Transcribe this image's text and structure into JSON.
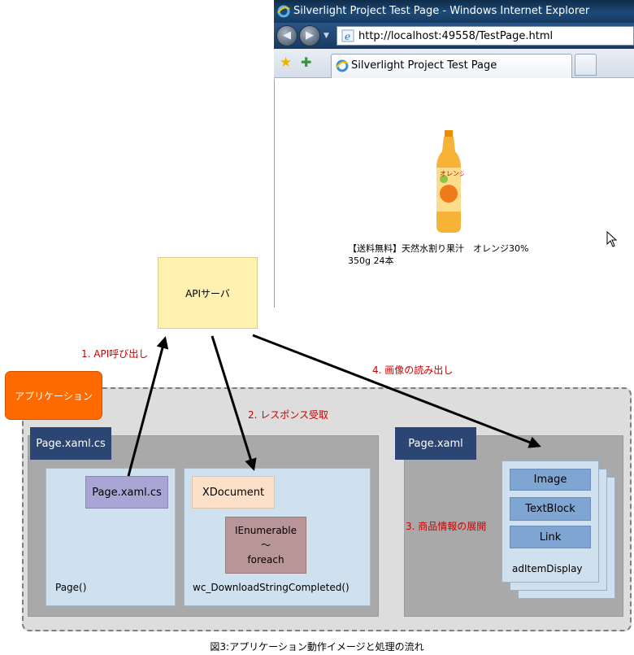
{
  "browser": {
    "window_title": "Silverlight Project Test Page - Windows Internet Explorer",
    "url": "http://localhost:49558/TestPage.html",
    "tab_title": "Silverlight Project Test Page",
    "product": {
      "name_line1": "【送料無料】天然水割り果汁　オレンジ30%",
      "name_line2": "350g 24本",
      "bottle_label": "オレンジ"
    }
  },
  "diagram": {
    "api_server": "APIサーバ",
    "application": "アプリケーション",
    "cs_panel_title": "Page.xaml.cs",
    "xaml_panel_title": "Page.xaml",
    "page_cs_box": "Page.xaml.cs",
    "page_label": "Page()",
    "xdocument": "XDocument",
    "ienumerable": {
      "line1": "IEnumerable",
      "line2": "～",
      "line3": "foreach"
    },
    "wc_label": "wc_DownloadStringCompleted()",
    "items": {
      "image": "Image",
      "textblock": "TextBlock",
      "link": "Link"
    },
    "aditem_label": "adItemDisplay",
    "steps": {
      "step1": "1. API呼び出し",
      "step2": "2. レスポンス受取",
      "step3": "3. 商品情報の展開",
      "step4": "4. 画像の読み出し"
    }
  },
  "caption": "図3:アプリケーション動作イメージと処理の流れ",
  "colors": {
    "api_server": "#fff2b0",
    "application_label": "#ff6a00",
    "panel_head": "#2c4674",
    "step_text": "#cc0000"
  }
}
